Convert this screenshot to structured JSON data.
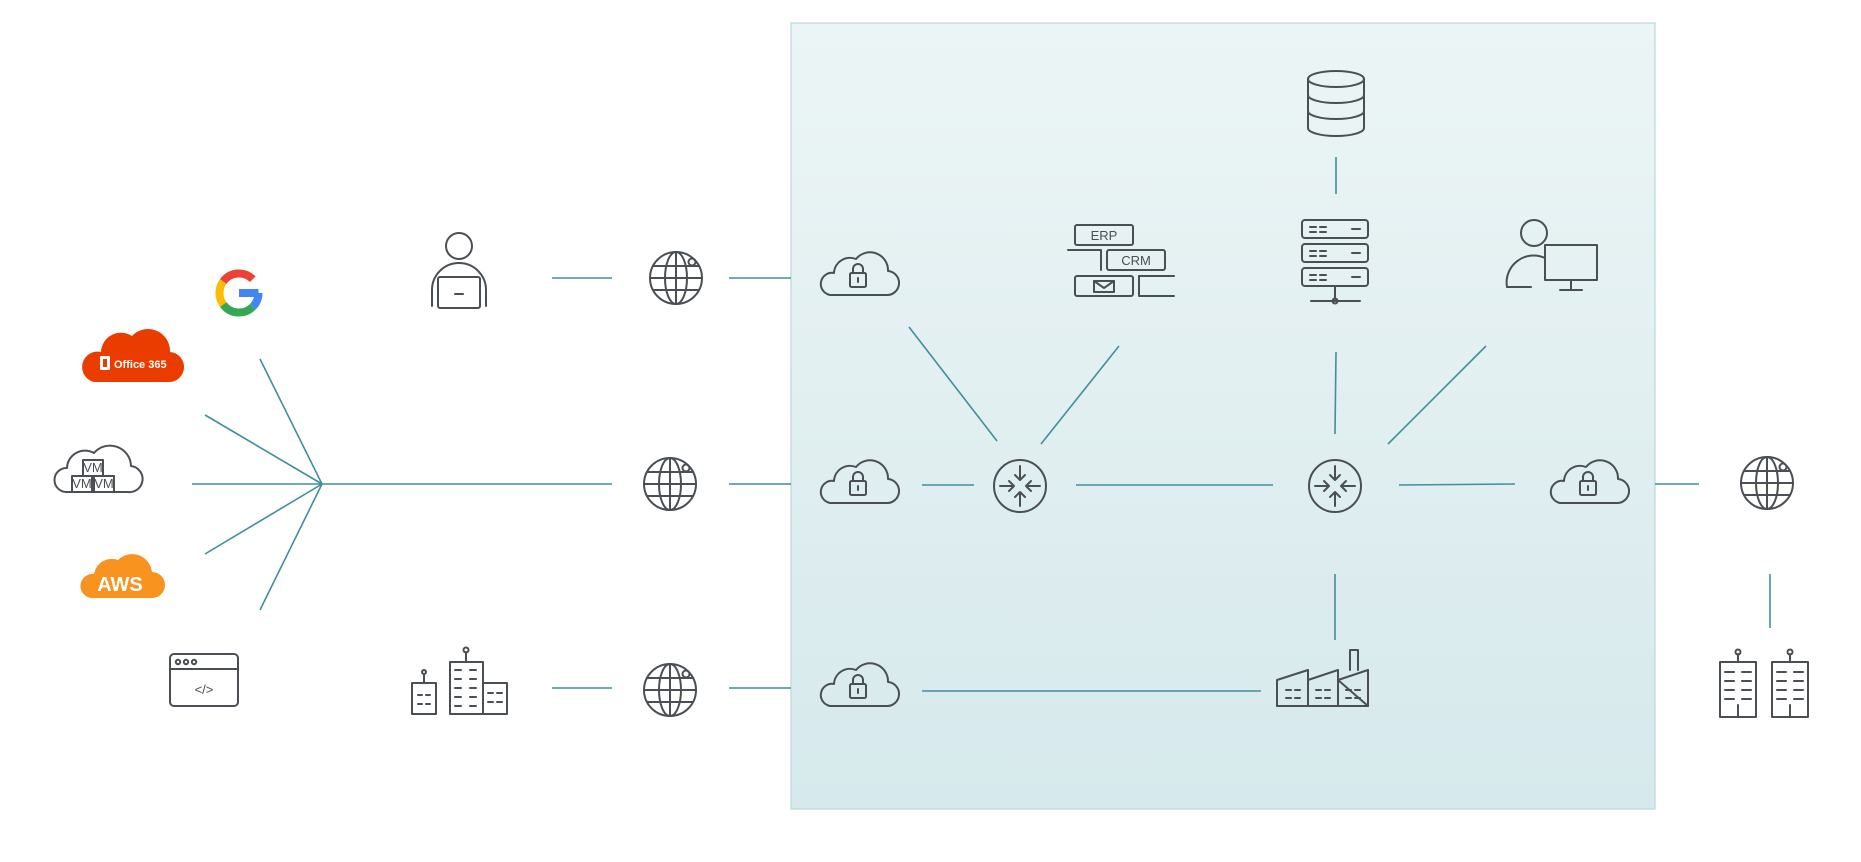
{
  "labels": {
    "office365": "Office 365",
    "aws": "AWS",
    "vm": "VM",
    "erp": "ERP",
    "crm": "CRM",
    "code": "</>"
  },
  "colors": {
    "office365": "#eb3c00",
    "aws": "#f7931e",
    "link": "#3f8f9c",
    "icon_stroke": "#4a4f55",
    "panel_top": "#ecf5f5",
    "panel_bottom": "#d6e9ec",
    "panel_border": "#b9d8dc",
    "google_blue": "#4285F4",
    "google_red": "#EA4335",
    "google_yellow": "#FBBC05",
    "google_green": "#34A853"
  },
  "icons": [
    "google-logo",
    "office365-logo",
    "vm-cloud-icon",
    "aws-logo",
    "browser-code-icon",
    "remote-user-icon",
    "branch-buildings-icon",
    "globe-icon",
    "secure-cloud-icon",
    "router-icon",
    "apps-erp-crm-icon",
    "database-icon",
    "server-rack-icon",
    "user-desktop-icon",
    "factory-icon",
    "office-towers-icon"
  ]
}
